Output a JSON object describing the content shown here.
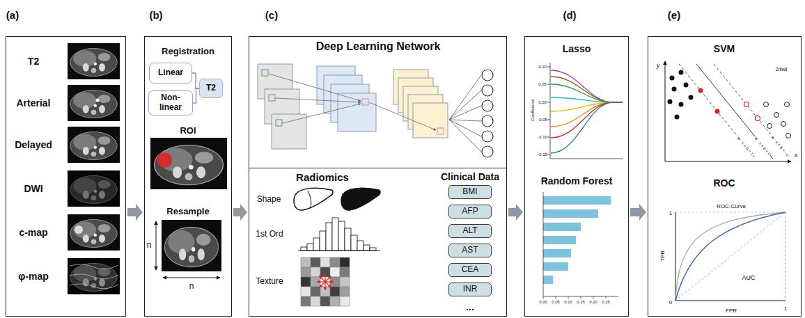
{
  "diagram": {
    "nodes": [
      {
        "text": [
          "(a)",
          "T2",
          "Arterial",
          "Delayed",
          "DWI",
          "c-map",
          "φ-map"
        ]
      },
      {
        "text": [
          "(b)",
          "Registration",
          "ROI",
          "Resample",
          "n",
          "n"
        ]
      },
      {
        "text": [
          "Linear"
        ],
        "in": 1
      },
      {
        "text": [
          "Non-linear"
        ],
        "in": 1
      },
      {
        "text": [
          "T2"
        ],
        "in": 1
      },
      {
        "text": [
          "(c)"
        ]
      },
      {
        "text": [
          "Deep Learning Network"
        ],
        "in": 5
      },
      {
        "text": [
          "Radiomics",
          "Shape",
          "1st Ord",
          "Texture",
          "Clinical Data",
          "..."
        ],
        "in": 5
      },
      {
        "text": [
          "BMI"
        ],
        "in": 7
      },
      {
        "text": [
          "AFP"
        ],
        "in": 7
      },
      {
        "text": [
          "ALT"
        ],
        "in": 7
      },
      {
        "text": [
          "AST"
        ],
        "in": 7
      },
      {
        "text": [
          "CEA"
        ],
        "in": 7
      },
      {
        "text": [
          "INR"
        ],
        "in": 7
      },
      {
        "text": [
          "(d)",
          "Lasso",
          "Random Forest"
        ]
      },
      {
        "text": [
          "(e)",
          "SVM",
          "ROC"
        ]
      }
    ],
    "edges": [
      {
        "from": 0,
        "to": 1,
        "arrow": "to"
      },
      {
        "from": 1,
        "to": 5,
        "arrow": "to"
      },
      {
        "from": 5,
        "to": 14,
        "arrow": "to"
      },
      {
        "from": 14,
        "to": 15,
        "arrow": "to"
      },
      {
        "from": 2,
        "to": 4,
        "arrow": "none"
      },
      {
        "from": 3,
        "to": 4,
        "arrow": "none"
      }
    ],
    "labels": [
      "0.10",
      "0.05",
      "0.00",
      "-0.05",
      "-0.10",
      "-0.15",
      "Coefficients",
      "0.00",
      "0.05",
      "0.10",
      "0.15",
      "0.20",
      "0.25",
      "y",
      "x",
      "w · x + b = 1",
      "w · x + b = 0",
      "w · x + b = −1",
      "2/‖w‖",
      "ROC-Curve",
      "TPR",
      "FPR",
      "AUC",
      "1",
      "1",
      "0"
    ]
  }
}
